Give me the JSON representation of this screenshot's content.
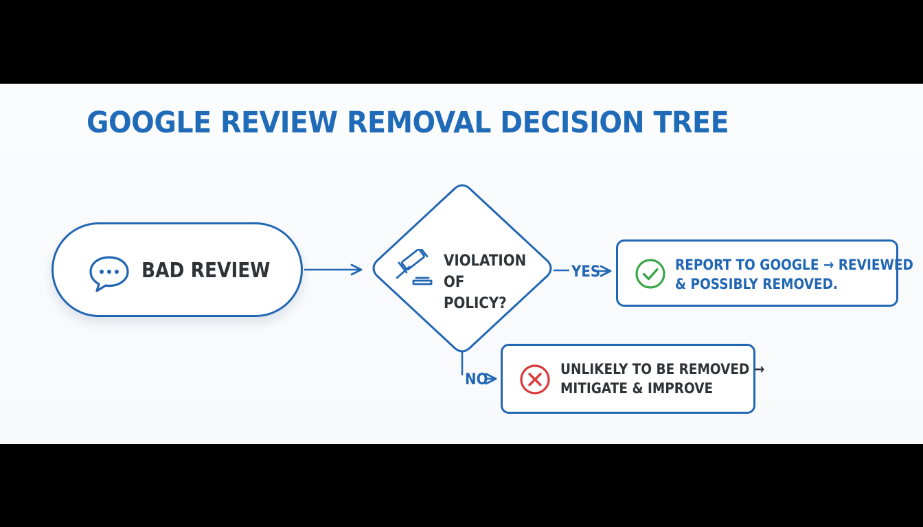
{
  "title": "GOOGLE REVIEW REMOVAL DECISION TREE",
  "start": {
    "label": "BAD REVIEW",
    "icon": "speech-bubble-icon"
  },
  "decision": {
    "label_line1": "VIOLATION",
    "label_line2": "OF POLICY?",
    "icon": "gavel-icon"
  },
  "branches": {
    "yes": {
      "label": "YES",
      "result_line1": "REPORT TO GOOGLE → REVIEWED",
      "result_line2": "& POSSIBLY REMOVED.",
      "icon": "check-circle-icon",
      "icon_color": "#3aa64a"
    },
    "no": {
      "label": "NO",
      "result_line1": "UNLIKELY TO BE REMOVED →",
      "result_line2": "MITIGATE & IMPROVE",
      "icon": "x-circle-icon",
      "icon_color": "#d93a3a"
    }
  },
  "colors": {
    "accent": "#2166b3",
    "title": "#1f6bb8",
    "text": "#2e3338",
    "background": "#fbfcfd",
    "letterbox": "#000000"
  }
}
